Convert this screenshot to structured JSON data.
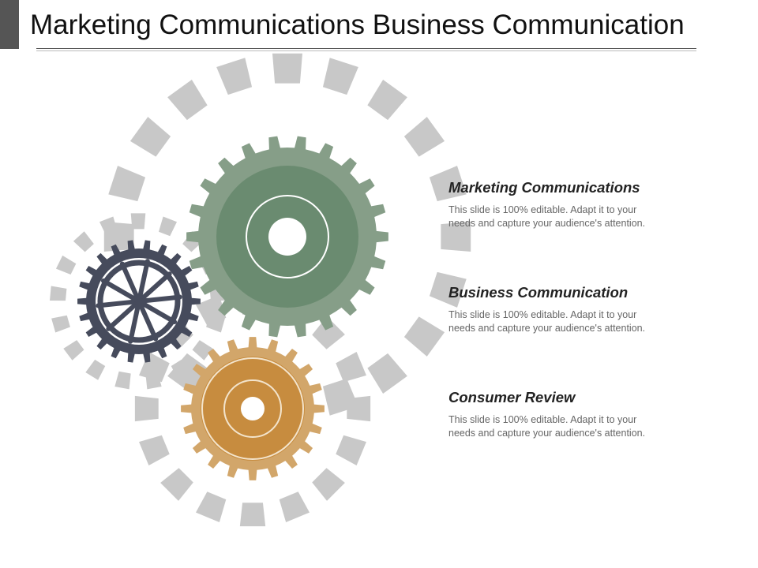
{
  "slide": {
    "title": "Marketing Communications Business Communication"
  },
  "colors": {
    "green_outer": "#869e88",
    "green_inner": "#6a8b70",
    "orange_outer": "#d2a66a",
    "orange_inner": "#c78c3f",
    "dark": "#464b5c",
    "dash": "#c8c8c8"
  },
  "gears": [
    {
      "name": "large-green-gear",
      "color": "green"
    },
    {
      "name": "small-dark-gear",
      "color": "dark"
    },
    {
      "name": "medium-orange-gear",
      "color": "orange"
    }
  ],
  "items": [
    {
      "heading": "Marketing Communications",
      "line1": "This slide is 100% editable. Adapt it to your",
      "line2": "needs and capture your audience's attention."
    },
    {
      "heading": "Business Communication",
      "line1": "This slide is 100% editable. Adapt it to your",
      "line2": "needs and capture your audience's attention."
    },
    {
      "heading": "Consumer Review",
      "line1": "This slide is 100% editable. Adapt it to your",
      "line2": "needs and capture your audience's attention."
    }
  ]
}
